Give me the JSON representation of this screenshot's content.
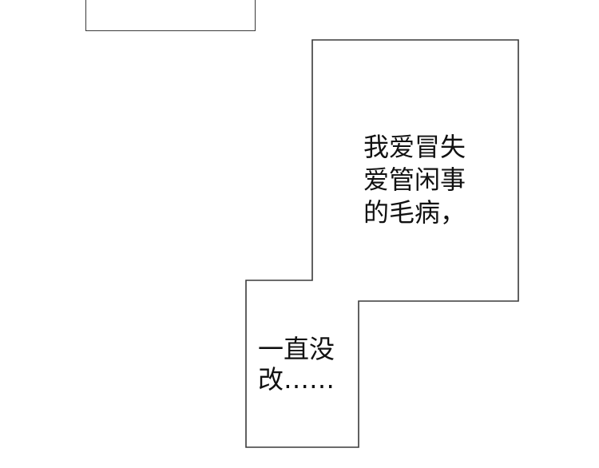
{
  "comic": {
    "panels": [
      {
        "id": "panel-top-left",
        "shape": "rectangle",
        "note": "partially visible, cropped at top edge"
      },
      {
        "id": "panel-l-shape",
        "shape": "stepped polygon",
        "border_color": "#3a3a3a"
      }
    ],
    "narration": {
      "box_1": {
        "lines": [
          "我爱冒失",
          "爱管闲事",
          "的毛病，"
        ]
      },
      "box_2": {
        "lines": [
          "一直没",
          "改……"
        ]
      }
    }
  },
  "colors": {
    "background": "#ffffff",
    "border": "#3a3a3a",
    "text": "#111111"
  }
}
